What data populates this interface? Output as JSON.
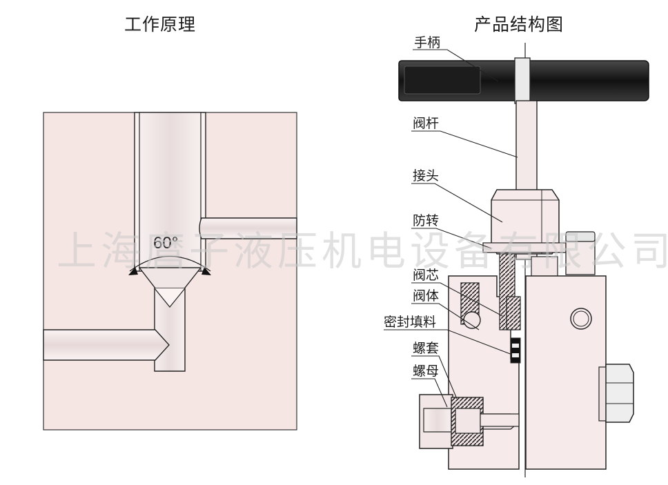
{
  "titles": {
    "left": "工作原理",
    "right": "产品结构图"
  },
  "principle": {
    "angle_label": "60°"
  },
  "parts": {
    "handle": "手柄",
    "stem": "阀杆",
    "connector": "接头",
    "anti_rotation": "防转",
    "valve_core": "阀芯",
    "valve_body": "阀体",
    "packing": "密封填料",
    "sleeve": "螺套",
    "nut": "螺母"
  },
  "watermark": "上海麿子液压机电设备有限公司",
  "colors": {
    "body_fill": "#f6eaea",
    "outline": "#222222",
    "handle_dark": "#2a2a2a",
    "watermark": "#c8c8c8"
  }
}
